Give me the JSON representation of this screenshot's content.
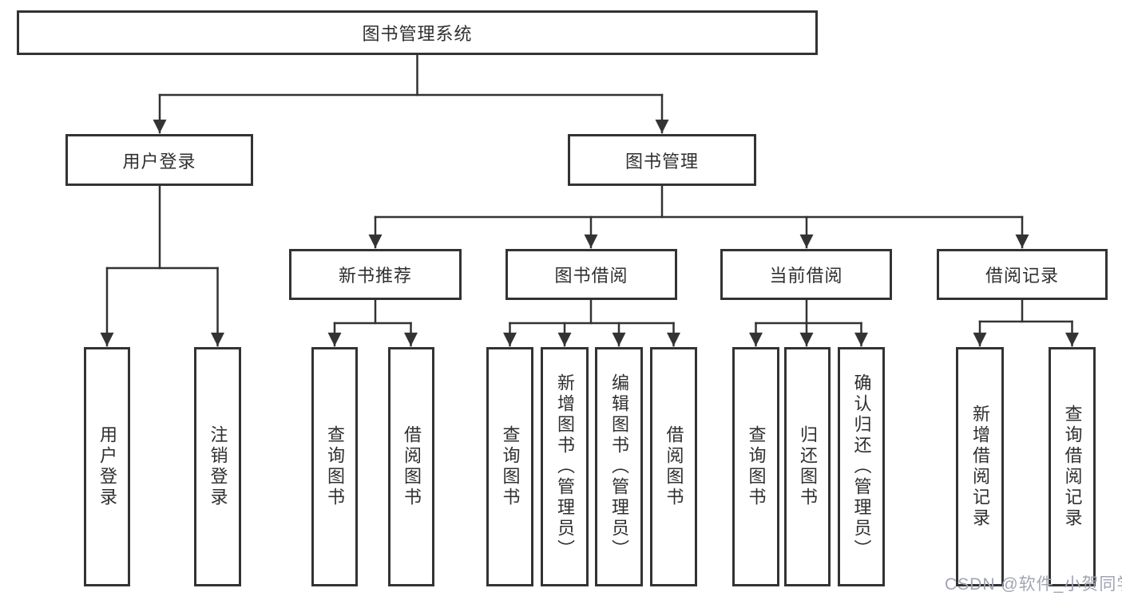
{
  "nodes": {
    "root": {
      "label": "图书管理系统"
    },
    "user_login": {
      "label": "用户登录"
    },
    "book_management": {
      "label": "图书管理"
    },
    "user_login_children": [
      {
        "label": "用户登录"
      },
      {
        "label": "注销登录"
      }
    ],
    "book_management_children": [
      {
        "label": "新书推荐"
      },
      {
        "label": "图书借阅"
      },
      {
        "label": "当前借阅"
      },
      {
        "label": "借阅记录"
      }
    ],
    "new_book_children": [
      {
        "label": "查询图书"
      },
      {
        "label": "借阅图书"
      }
    ],
    "book_borrow_children": [
      {
        "label": "查询图书"
      },
      {
        "label": "新增图书（管理员）"
      },
      {
        "label": "编辑图书（管理员）"
      },
      {
        "label": "借阅图书"
      }
    ],
    "current_borrow_children": [
      {
        "label": "查询图书"
      },
      {
        "label": "归还图书"
      },
      {
        "label": "确认归还（管理员）"
      }
    ],
    "borrow_record_children": [
      {
        "label": "新增借阅记录"
      },
      {
        "label": "查询借阅记录"
      }
    ]
  },
  "watermark": {
    "text": "CSDN @软件_小贺同学",
    "color": "#a2a4b3"
  },
  "colors": {
    "line": "#333333",
    "border": "#333333",
    "text": "#2f2f2f",
    "background": "#ffffff"
  }
}
